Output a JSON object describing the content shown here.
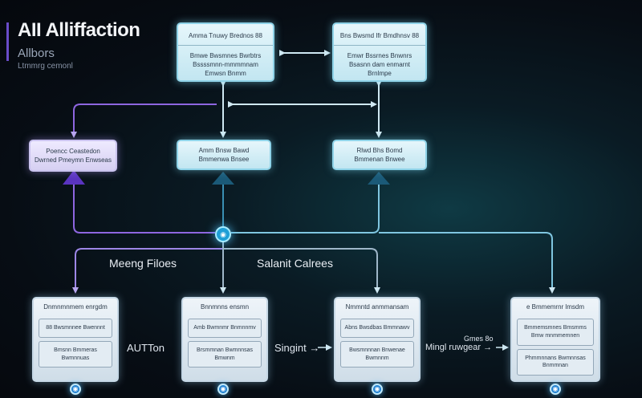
{
  "header": {
    "title": "AII Alliffaction",
    "subtitle": "Allbors",
    "caption": "Ltmmrg cemonl"
  },
  "top_nodes": [
    {
      "header": "Amma Tnuwy Brednos 88",
      "body": "Bmwe Bwsmnes Bwrbtrs Bssssmnn-mmmmnam Emwsn Bnmm"
    },
    {
      "header": "Bns Bwsmd Ifr Bmdhnsv 88",
      "body": "Emwr Bssrnes Bnwnrs Bsasnn dam enmarnt Brnlmpe"
    }
  ],
  "mid_nodes": [
    {
      "line1": "Poencc Ceastedon",
      "line2": "Dwrned Pmeymn Enwseas"
    },
    {
      "line1": "Amm Bnsw Bawd",
      "line2": "Bmmenwa Bnsee"
    },
    {
      "line1": "Rlwd Bhs Bomd",
      "line2": "Bmmenan Bnwee"
    }
  ],
  "flow_labels": {
    "left": "Meeng Filoes",
    "right": "Salanit Calrees"
  },
  "cards": [
    {
      "header": "Dnmnmnmem enrgdm",
      "inner1": "88 Bwsmnnee Bwennnt",
      "inner2": "Bmsnn Bmmeras Bwmnnuas",
      "badge": "◉"
    },
    {
      "header": "Bnnmnns ensmn",
      "inner1": "Amb Bwmnmr Bnmnnmv",
      "inner2": "Brsmmnan Bwmnnsas Bmwnm",
      "badge": "◉"
    },
    {
      "header": "Nmmntd anmmansam",
      "inner1": "Abns Bwsdbas Bmmnawv",
      "inner2": "Bwsmnnnan Bnwenae Bwmnnm",
      "badge": "◉"
    },
    {
      "header": "e Bmmemrnr lmsdm",
      "inner1": "Bmmemsmnes Bmsmms Bmw mnmmemnen",
      "inner2": "Phmmnnans Bwmnnsas Bnmmnan",
      "badge": "◉"
    }
  ],
  "connectors": [
    {
      "label": "AUTTon"
    },
    {
      "label": "Singint →"
    },
    {
      "label": "Mingl ruwgear →",
      "small": "Gmes 8o"
    }
  ],
  "hub": {
    "icon": "◉"
  },
  "colors": {
    "node_border": "#8fd3e8",
    "purple_line": "#8e66e0",
    "teal_line": "#7fc6e0",
    "badge": "#1d7fd1"
  }
}
